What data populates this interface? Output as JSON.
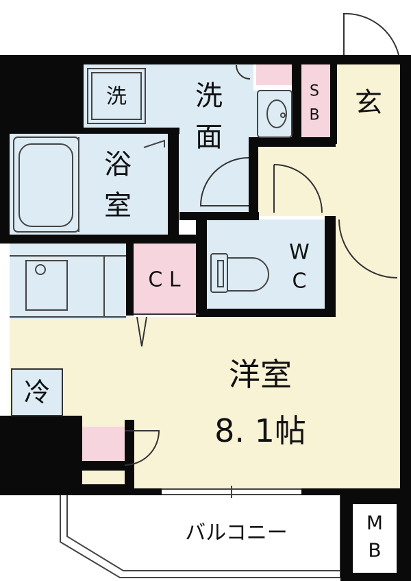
{
  "rooms": {
    "washer": "洗",
    "washroom_top": "洗",
    "washroom_bottom": "面",
    "bath_top": "浴",
    "bath_bottom": "室",
    "sb_top": "S",
    "sb_bottom": "B",
    "entrance": "玄",
    "wc_top": "W",
    "wc_bottom": "C",
    "closet": "C L",
    "fridge": "冷",
    "western_room": "洋室",
    "western_room_size": "8. 1帖",
    "balcony": "バルコニー",
    "mb_top": "M",
    "mb_bottom": "B"
  },
  "colors": {
    "wall": "#0a0a0a",
    "wet_area": "#dcebf4",
    "living": "#f9f3d6",
    "storage": "#f6d5df",
    "line": "#333333"
  }
}
